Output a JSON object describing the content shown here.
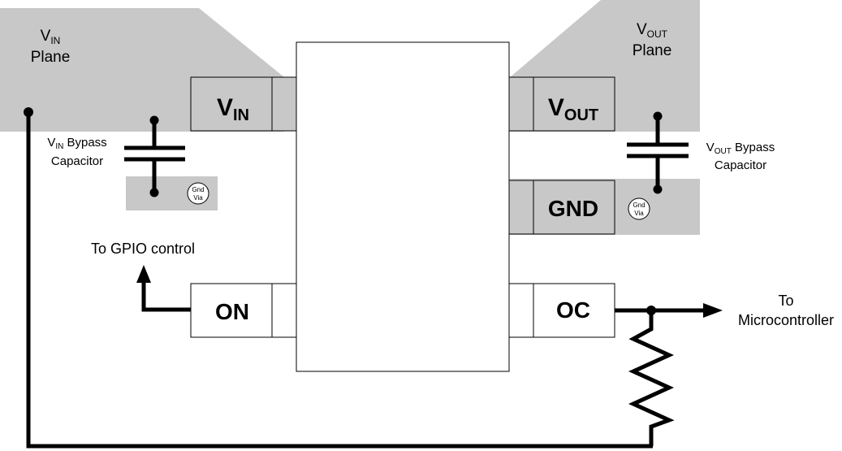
{
  "colors": {
    "plane": "#c8c8c8",
    "line": "#000000",
    "chip": "#ffffff"
  },
  "planes": {
    "vin": {
      "v": "V",
      "sub": "IN",
      "word": "Plane"
    },
    "vout": {
      "v": "V",
      "sub": "OUT",
      "word": "Plane"
    }
  },
  "pins": {
    "vin": {
      "v": "V",
      "sub": "IN"
    },
    "vout": {
      "v": "V",
      "sub": "OUT"
    },
    "gnd": "GND",
    "on": "ON",
    "oc": "OC"
  },
  "vin_cap": {
    "v": "V",
    "sub": "IN",
    "rest": " Bypass",
    "line2": "Capacitor"
  },
  "vout_cap": {
    "v": "V",
    "sub": "OUT",
    "rest": " Bypass",
    "line2": "Capacitor"
  },
  "via": {
    "line1": "Gnd",
    "line2": "Via"
  },
  "gpio": "To GPIO control",
  "mcu": {
    "line1": "To",
    "line2": "Microcontroller"
  }
}
